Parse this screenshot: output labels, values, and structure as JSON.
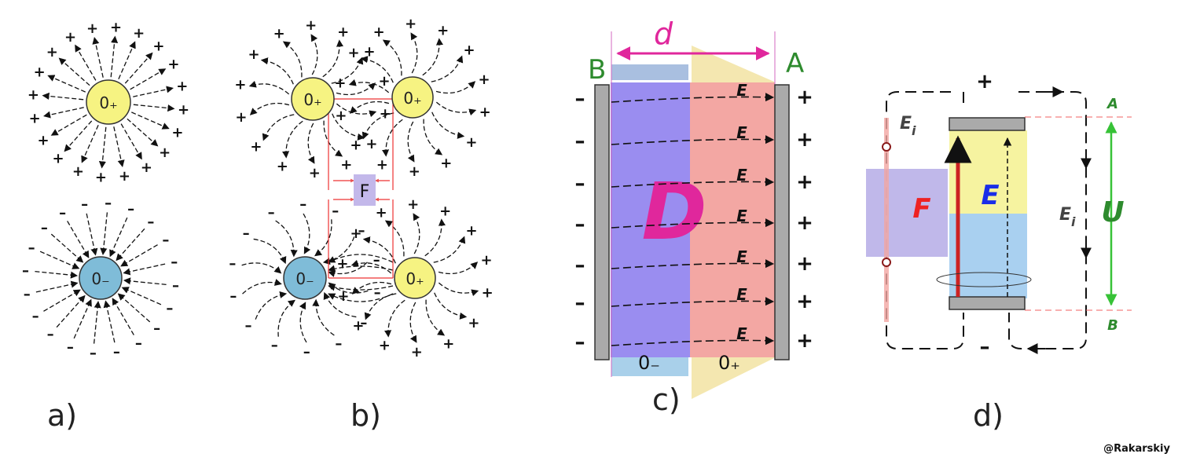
{
  "panels": {
    "a": {
      "label": "a)",
      "positive": "0₊",
      "negative": "0₋"
    },
    "b": {
      "label": "b)",
      "positive": "0₊",
      "negative": "0₋",
      "force": "F"
    },
    "c": {
      "label": "c)",
      "distance": "d",
      "left_plate": "B",
      "right_plate": "A",
      "dielectric": "D",
      "field": "E",
      "bottom_left": "0₋",
      "bottom_right": "0₊",
      "minus": "–",
      "plus": "+"
    },
    "d": {
      "label": "d)",
      "plus": "+",
      "minus": "–",
      "top_point": "A",
      "bottom_point": "B",
      "field": "E",
      "force": "F",
      "voltage": "U",
      "ei_main": "E",
      "ei_sub": "i"
    }
  },
  "colors": {
    "positive": "#f6f382",
    "negative": "#7fbcd8",
    "violet": "#9a8df0",
    "pink": "#f3a7a3",
    "magenta": "#e0279c",
    "green": "#2e8b2e"
  },
  "watermark": "@Rakarskiy"
}
